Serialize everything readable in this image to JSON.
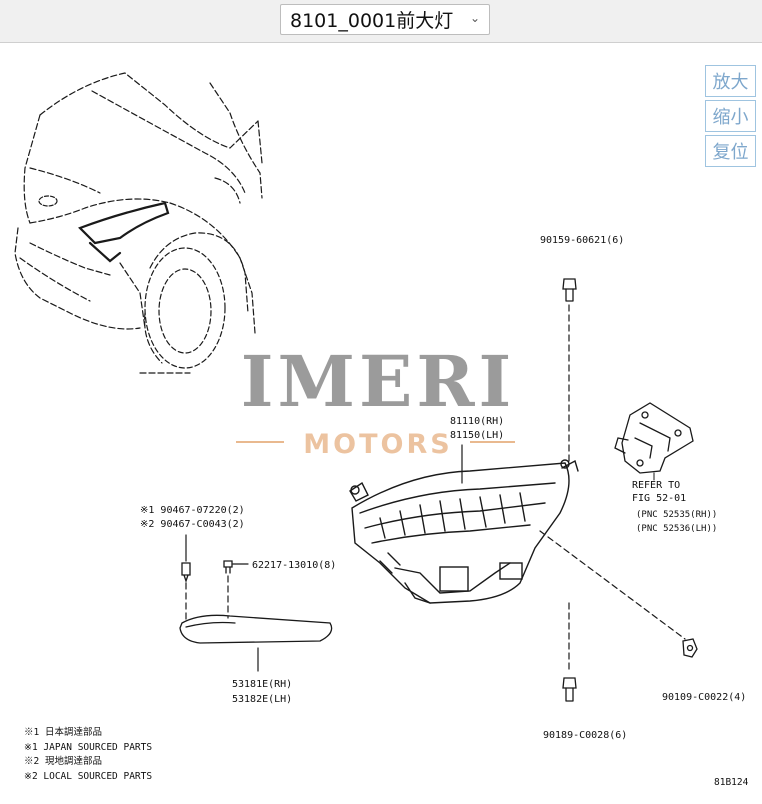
{
  "selector": {
    "value": "8101_0001前大灯"
  },
  "zoom_buttons": {
    "zoom_in": "放大",
    "zoom_out": "缩小",
    "reset": "复位"
  },
  "watermark": {
    "line1": "IMERI",
    "line2": "MOTORS"
  },
  "parts": {
    "bolt_top": "90159-60621(6)",
    "headlamp_rh": "81110(RH)",
    "headlamp_lh": "81150(LH)",
    "refer_1": "REFER TO",
    "refer_2": "FIG 52-01",
    "pnc_rh": "(PNC 52535(RH))",
    "pnc_lh": "(PNC 52536(LH))",
    "clip_1": "※1 90467-07220(2)",
    "clip_2": "※2 90467-C0043(2)",
    "screw": "62217-13010(8)",
    "cover_rh": "53181E(RH)",
    "cover_lh": "53182E(LH)",
    "nut_right": "90109-C0022(4)",
    "bolt_bottom": "90189-C0028(6)"
  },
  "notes": [
    "※1 日本調達部品",
    "※1 JAPAN SOURCED PARTS",
    "※2 現地調達部品",
    "※2 LOCAL SOURCED PARTS"
  ],
  "figure_code": "81B124",
  "colors": {
    "line": "#1a1a1a",
    "watermark_dark": "#8a8a8a",
    "watermark_orange": "#e9b98f",
    "zoom_text": "#7ea7cc",
    "zoom_border": "#9fc4e0"
  }
}
